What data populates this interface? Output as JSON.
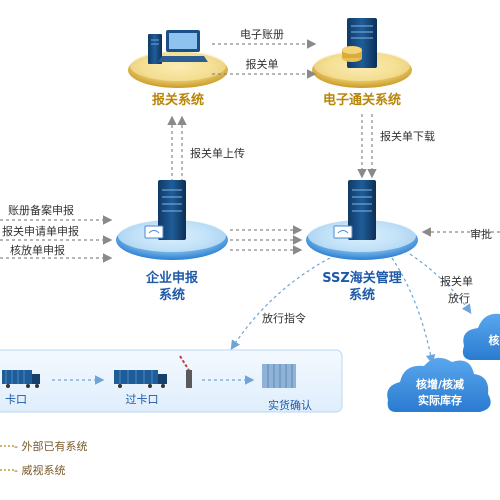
{
  "nodes": {
    "customs_system": {
      "label": "报关系统"
    },
    "e_port": {
      "label": "电子通关系统"
    },
    "enterprise": {
      "line1": "企业申报",
      "line2": "系统"
    },
    "ssz": {
      "line1": "SSZ海关管理",
      "line2": "系统"
    },
    "cloud_main": {
      "line1": "核增/核减",
      "line2": "实际库存"
    },
    "cloud_side": {
      "label": "核"
    }
  },
  "edges": {
    "e_account": "电子账册",
    "declaration": "报关单",
    "declaration_upload": "报关单上传",
    "declaration_download": "报关单下载",
    "account_filing": "账册备案申报",
    "customs_request": "报关申请单申报",
    "release_request": "核放单申报",
    "approval": "审批",
    "customs_release_1": "报关单",
    "customs_release_2": "放行",
    "release_command": "放行指令"
  },
  "flow": {
    "steps": [
      "卡口",
      "过卡口",
      "实货确认"
    ]
  },
  "legend": {
    "existing": "外部已有系统",
    "monitoring": "威视系统"
  },
  "colors": {
    "disc": "#2c7fd1",
    "disc_light": "#a9d4f5",
    "gold": "#b8860b",
    "blue": "#1e5aa8",
    "cloud": "#3d8fe0"
  }
}
